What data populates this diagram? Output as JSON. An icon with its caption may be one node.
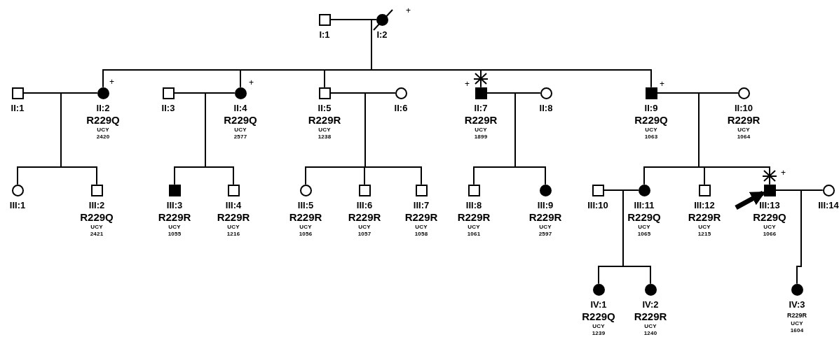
{
  "diagram": {
    "nodes": [
      {
        "text": [],
        "shape": "square",
        "beside": [
          "I:1"
        ]
      },
      {
        "text": [],
        "shape": "filled-circle",
        "beside": [
          "I:2"
        ]
      },
      {
        "text": [],
        "shape": "square",
        "beside": [
          "II:1"
        ]
      },
      {
        "text": [],
        "shape": "filled-circle",
        "beside": [
          "II:2",
          "R229Q",
          "UCY 2420"
        ]
      },
      {
        "text": [],
        "shape": "square",
        "beside": [
          "II:3"
        ]
      },
      {
        "text": [],
        "shape": "filled-circle",
        "beside": [
          "II:4",
          "R229Q",
          "UCY 2577"
        ]
      },
      {
        "text": [],
        "shape": "square",
        "beside": [
          "II:5",
          "R229R",
          "UCY 1238"
        ]
      },
      {
        "text": [],
        "shape": "circle",
        "beside": [
          "II:6"
        ]
      },
      {
        "text": [],
        "shape": "filled-square",
        "beside": [
          "II:7",
          "R229R",
          "UCY 1899"
        ]
      },
      {
        "text": [],
        "shape": "circle",
        "beside": [
          "II:8"
        ]
      },
      {
        "text": [],
        "shape": "filled-square",
        "beside": [
          "II:9",
          "R229Q",
          "UCY 1063"
        ]
      },
      {
        "text": [],
        "shape": "circle",
        "beside": [
          "II:10",
          "R229R",
          "UCY 1064"
        ]
      },
      {
        "text": [],
        "shape": "circle",
        "beside": [
          "III:1"
        ]
      },
      {
        "text": [],
        "shape": "square",
        "beside": [
          "III:2",
          "R229Q",
          "UCY 2421"
        ]
      },
      {
        "text": [],
        "shape": "filled-square",
        "beside": [
          "III:3",
          "R229R",
          "UCY 1055"
        ]
      },
      {
        "text": [],
        "shape": "square",
        "beside": [
          "III:4",
          "R229R",
          "UCY 1216"
        ]
      },
      {
        "text": [],
        "shape": "circle",
        "beside": [
          "III:5",
          "R229R",
          "UCY 1056"
        ]
      },
      {
        "text": [],
        "shape": "square",
        "beside": [
          "III:6",
          "R229R",
          "UCY 1057"
        ]
      },
      {
        "text": [],
        "shape": "square",
        "beside": [
          "III:7",
          "R229R",
          "UCY 1058"
        ]
      },
      {
        "text": [],
        "shape": "square",
        "beside": [
          "III:8",
          "R229R",
          "UCY 1061"
        ]
      },
      {
        "text": [],
        "shape": "filled-circle",
        "beside": [
          "III:9",
          "R229R",
          "UCY 2597"
        ]
      },
      {
        "text": [],
        "shape": "square",
        "beside": [
          "III:10"
        ]
      },
      {
        "text": [],
        "shape": "filled-circle",
        "beside": [
          "III:11",
          "R229Q",
          "UCY 1065"
        ]
      },
      {
        "text": [],
        "shape": "square",
        "beside": [
          "III:12",
          "R229R",
          "UCY 1215"
        ]
      },
      {
        "text": [],
        "shape": "filled-square",
        "beside": [
          "III:13",
          "R229Q",
          "UCY 1066"
        ]
      },
      {
        "text": [],
        "shape": "circle",
        "beside": [
          "III:14"
        ]
      },
      {
        "text": [],
        "shape": "filled-circle",
        "beside": [
          "IV:1",
          "R229Q",
          "UCY 1239"
        ]
      },
      {
        "text": [],
        "shape": "filled-circle",
        "beside": [
          "IV:2",
          "R229R",
          "UCY 1240"
        ]
      },
      {
        "text": [],
        "shape": "filled-circle",
        "beside": [
          "IV:3",
          "R229R",
          "UCY 1604"
        ]
      }
    ],
    "edges": [
      {
        "from": 0,
        "to": 1,
        "arrow": "none"
      },
      {
        "from": 0,
        "to": 3,
        "arrow": "none"
      },
      {
        "from": 1,
        "to": 3,
        "arrow": "none"
      },
      {
        "from": 0,
        "to": 5,
        "arrow": "none"
      },
      {
        "from": 1,
        "to": 5,
        "arrow": "none"
      },
      {
        "from": 0,
        "to": 6,
        "arrow": "none"
      },
      {
        "from": 1,
        "to": 6,
        "arrow": "none"
      },
      {
        "from": 0,
        "to": 8,
        "arrow": "none"
      },
      {
        "from": 1,
        "to": 8,
        "arrow": "none"
      },
      {
        "from": 0,
        "to": 10,
        "arrow": "none"
      },
      {
        "from": 1,
        "to": 10,
        "arrow": "none"
      },
      {
        "from": 2,
        "to": 3,
        "arrow": "none"
      },
      {
        "from": 2,
        "to": 12,
        "arrow": "none"
      },
      {
        "from": 3,
        "to": 12,
        "arrow": "none"
      },
      {
        "from": 2,
        "to": 13,
        "arrow": "none"
      },
      {
        "from": 3,
        "to": 13,
        "arrow": "none"
      },
      {
        "from": 4,
        "to": 5,
        "arrow": "none"
      },
      {
        "from": 4,
        "to": 14,
        "arrow": "none"
      },
      {
        "from": 5,
        "to": 14,
        "arrow": "none"
      },
      {
        "from": 4,
        "to": 15,
        "arrow": "none"
      },
      {
        "from": 5,
        "to": 15,
        "arrow": "none"
      },
      {
        "from": 6,
        "to": 7,
        "arrow": "none"
      },
      {
        "from": 6,
        "to": 16,
        "arrow": "none"
      },
      {
        "from": 7,
        "to": 16,
        "arrow": "none"
      },
      {
        "from": 6,
        "to": 17,
        "arrow": "none"
      },
      {
        "from": 7,
        "to": 17,
        "arrow": "none"
      },
      {
        "from": 6,
        "to": 18,
        "arrow": "none"
      },
      {
        "from": 7,
        "to": 18,
        "arrow": "none"
      },
      {
        "from": 8,
        "to": 9,
        "arrow": "none"
      },
      {
        "from": 8,
        "to": 19,
        "arrow": "none"
      },
      {
        "from": 9,
        "to": 19,
        "arrow": "none"
      },
      {
        "from": 8,
        "to": 20,
        "arrow": "none"
      },
      {
        "from": 9,
        "to": 20,
        "arrow": "none"
      },
      {
        "from": 10,
        "to": 11,
        "arrow": "none"
      },
      {
        "from": 10,
        "to": 22,
        "arrow": "none"
      },
      {
        "from": 11,
        "to": 22,
        "arrow": "none"
      },
      {
        "from": 10,
        "to": 23,
        "arrow": "none"
      },
      {
        "from": 11,
        "to": 23,
        "arrow": "none"
      },
      {
        "from": 10,
        "to": 24,
        "arrow": "none"
      },
      {
        "from": 11,
        "to": 24,
        "arrow": "none"
      },
      {
        "from": 21,
        "to": 22,
        "arrow": "none"
      },
      {
        "from": 21,
        "to": 26,
        "arrow": "none"
      },
      {
        "from": 22,
        "to": 26,
        "arrow": "none"
      },
      {
        "from": 21,
        "to": 27,
        "arrow": "none"
      },
      {
        "from": 22,
        "to": 27,
        "arrow": "none"
      },
      {
        "from": 24,
        "to": 25,
        "arrow": "none"
      },
      {
        "from": 24,
        "to": 28,
        "arrow": "none"
      },
      {
        "from": 25,
        "to": 28,
        "arrow": "none"
      },
      {
        "from": null,
        "to": 24,
        "arrow": "to",
        "style": "thick"
      }
    ],
    "labels": [
      "+",
      "+",
      "+",
      "+",
      "+",
      "+"
    ]
  }
}
